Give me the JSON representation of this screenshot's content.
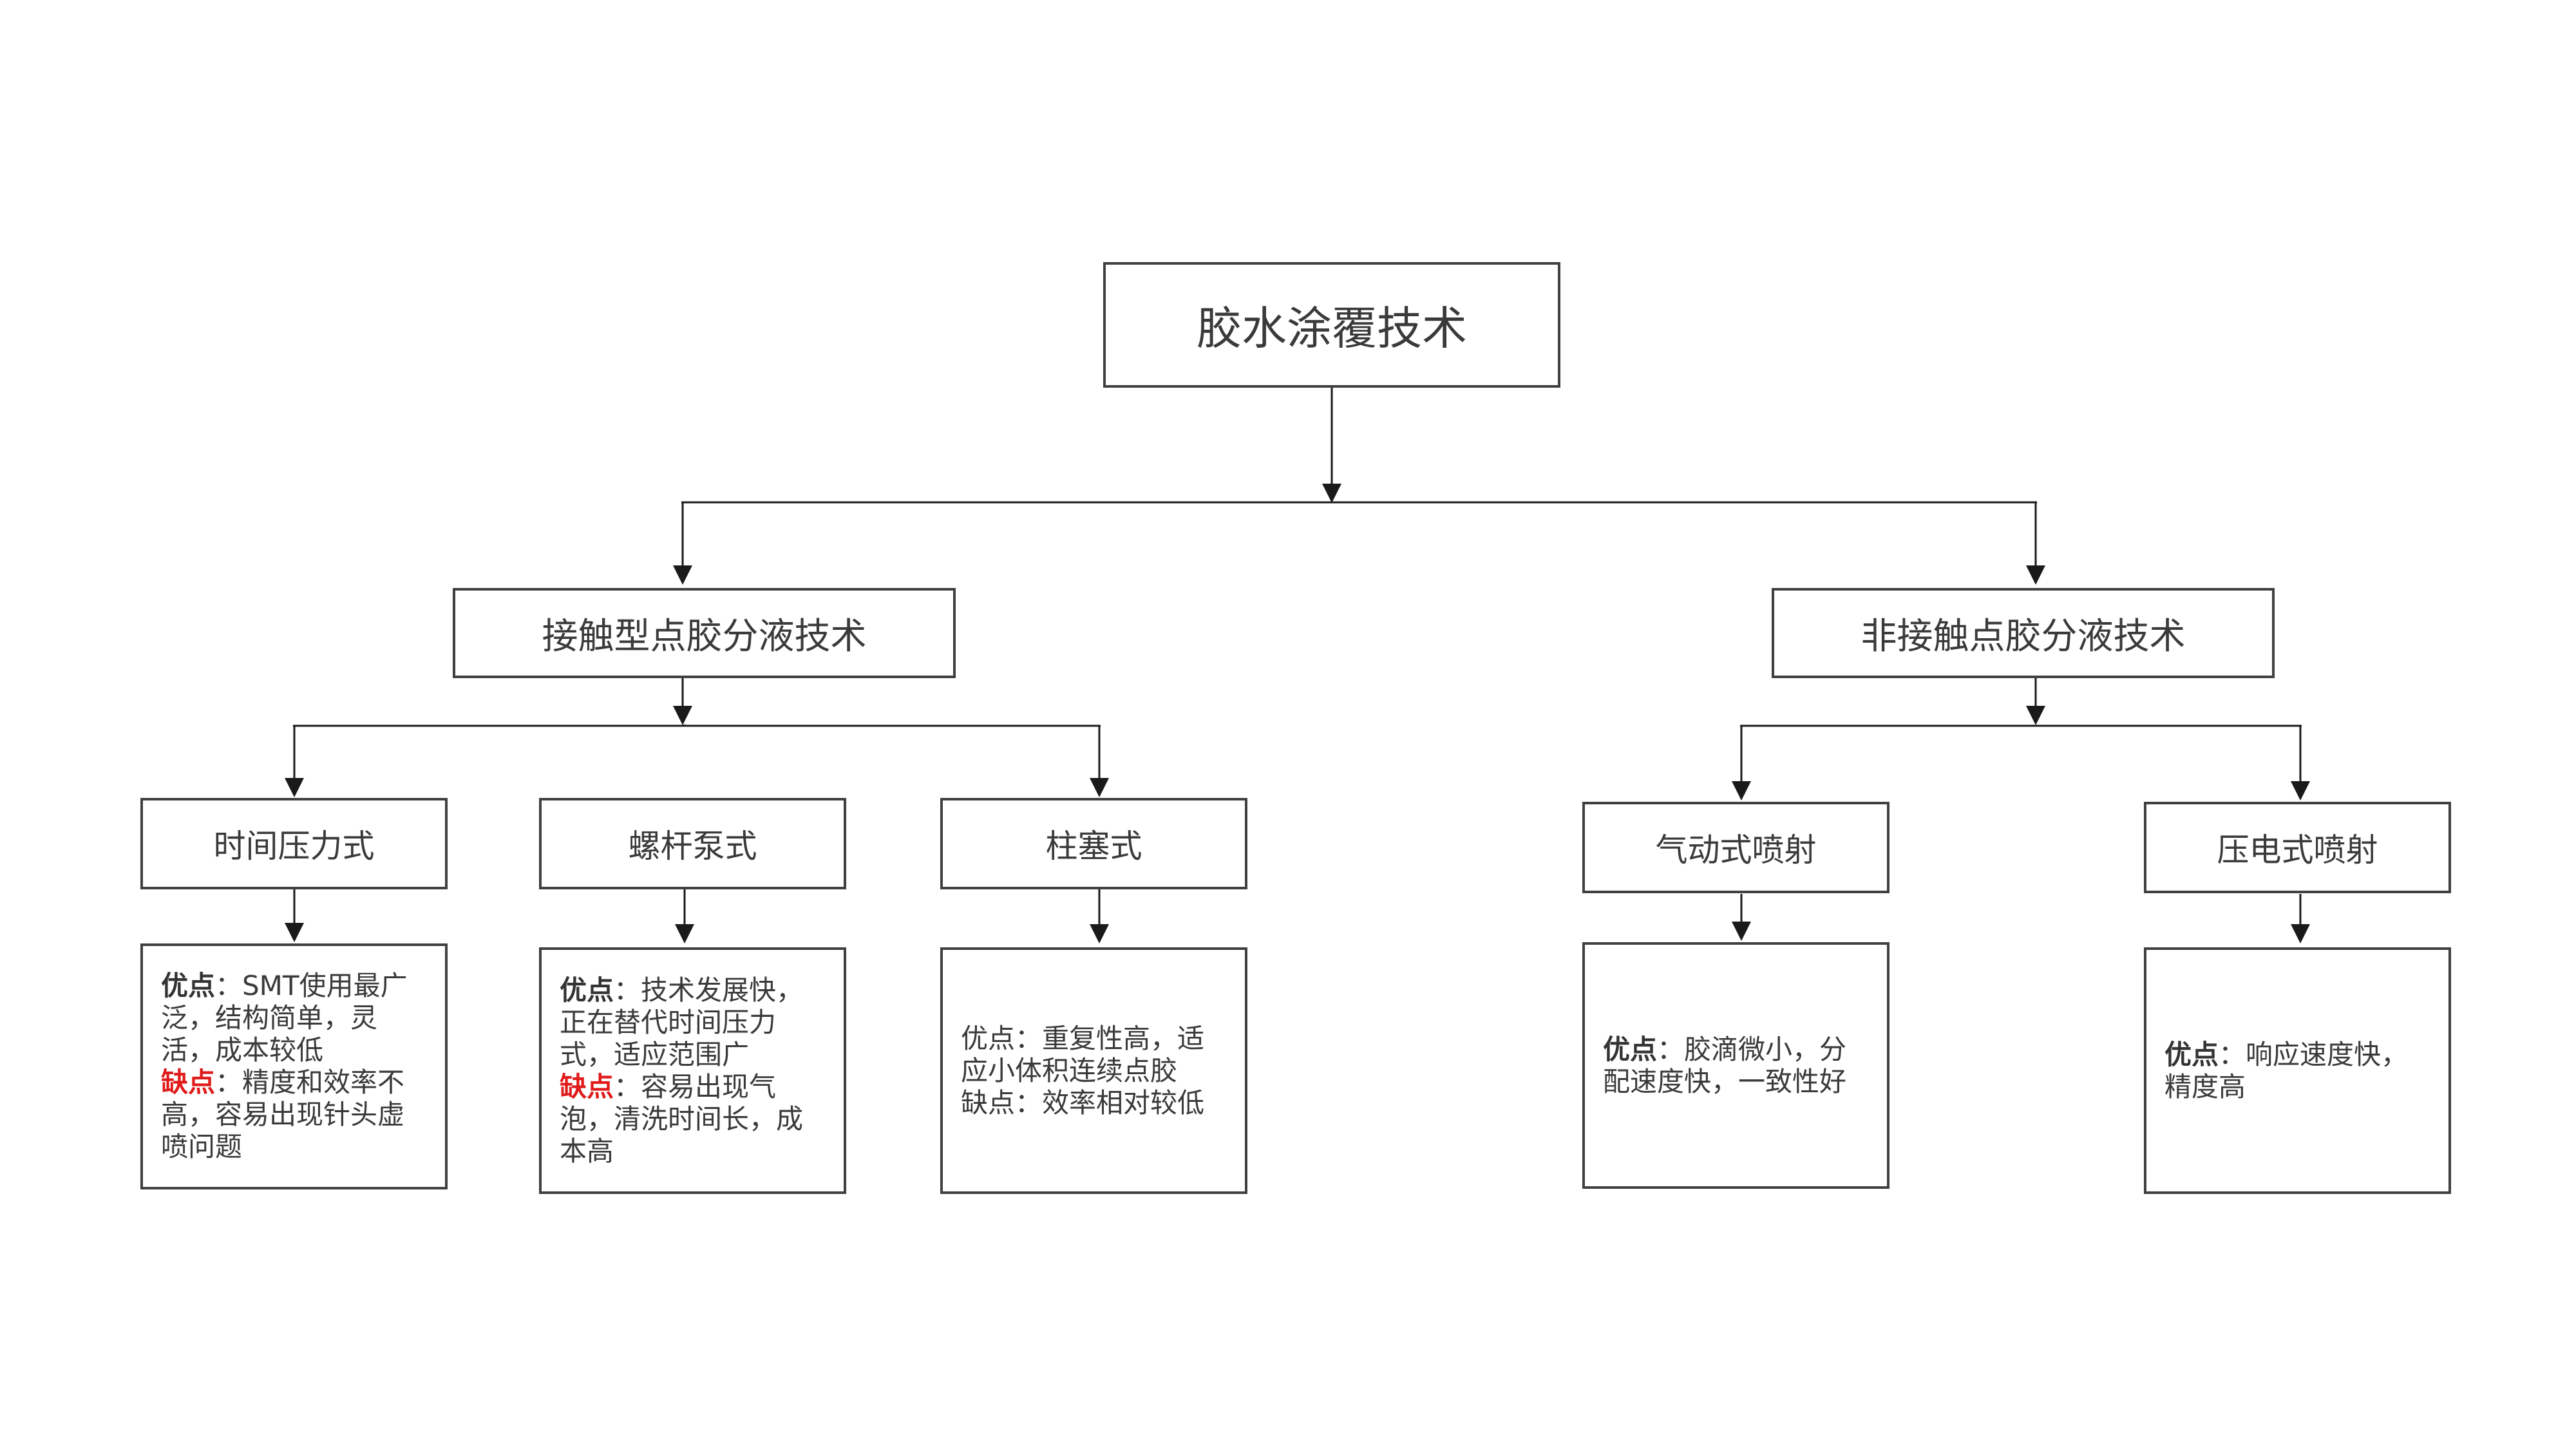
{
  "diagram": {
    "root": "胶水涂覆技术",
    "branches": {
      "contact": {
        "title": "接触型点胶分液技术",
        "children": {
          "time_pressure": {
            "title": "时间压力式",
            "pros_label": "优点",
            "pros": "：SMT使用最广泛，结构简单，灵活，成本较低",
            "cons_label": "缺点",
            "cons": "：精度和效率不高，容易出现针头虚喷问题"
          },
          "screw_pump": {
            "title": "螺杆泵式",
            "pros_label": "优点",
            "pros": "：技术发展快，正在替代时间压力式，适应范围广",
            "cons_label": "缺点",
            "cons": "：容易出现气泡，清洗时间长，成本高"
          },
          "piston": {
            "title": "柱塞式",
            "pros_line": "优点：重复性高，适应小体积连续点胶",
            "cons_line": "缺点：效率相对较低"
          }
        }
      },
      "noncontact": {
        "title": "非接触点胶分液技术",
        "children": {
          "pneumatic": {
            "title": "气动式喷射",
            "pros_label": "优点",
            "pros": "：胶滴微小，分配速度快，一致性好"
          },
          "piezo": {
            "title": "压电式喷射",
            "pros_label": "优点",
            "pros": "：响应速度快，精度高"
          }
        }
      }
    }
  },
  "colors": {
    "border": "#404040",
    "con_label": "#e01b1b",
    "text": "#3a3a3a"
  }
}
